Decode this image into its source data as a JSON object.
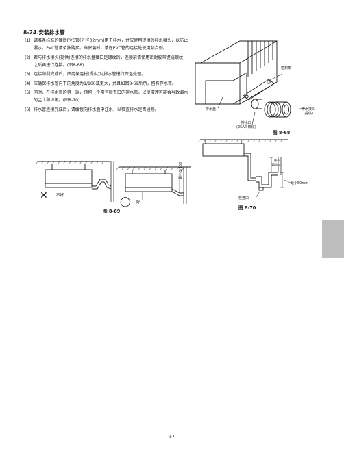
{
  "page": {
    "title": "8-24.安装排水管",
    "number": "57"
  },
  "steps": [
    {
      "num": "(1)",
      "text": "请准备标准的硬质PVC管(外径32mm)用于排水，并应便用提供的排水接头，以防止漏水。PVC管请单独购买。当安装时，请在PVC管的连接处使用粘合剂。"
    },
    {
      "num": "(2)",
      "text": "若与排水接头(提供)连接的排水盘接口是螺纹的，连接前请使用密封胶带缠绕螺纹，之后再进行连接。(图8-68)"
    },
    {
      "num": "(3)",
      "text": "连接顺利完成后，应用保温材(提供)对排水管进行保温处理。"
    },
    {
      "num": "(4)",
      "text": "应确保排水管向下的角度为1/100或更大，并且如图8-69所示，留有存水弯。"
    },
    {
      "num": "(5)",
      "text": "同时，在排水管的另一端，预留一个带有检查口的存水弯，以便清理可能会导致漏水的尘土和垃圾。(图8-70)"
    },
    {
      "num": "(6)",
      "text": "排水管连接完成后，请缓慢向排水盘中注水，以检查排水是否通畅。"
    }
  ],
  "figures": {
    "fig68": {
      "caption": "图 8-68",
      "labels": {
        "seal": "密封条",
        "drain_pan": "排水盘",
        "drain_joint": "排水接头\n(提供)",
        "drain_outlet": "排水口\n(25A外螺纹)"
      }
    },
    "fig69": {
      "caption": "图 8-69",
      "bad_label": "不好",
      "good_label": "好",
      "slope_label": "最小1/100",
      "bad_mark": "✕",
      "good_mark": "◯"
    },
    "fig70": {
      "caption": "图 8-70",
      "labels": {
        "min_50mm": "最小50mm",
        "vertical_min": "最小\n100mm",
        "inspection_port": "检查口"
      }
    }
  },
  "colors": {
    "side_tab": "#bdbdbd",
    "line": "#1a1a1a"
  }
}
